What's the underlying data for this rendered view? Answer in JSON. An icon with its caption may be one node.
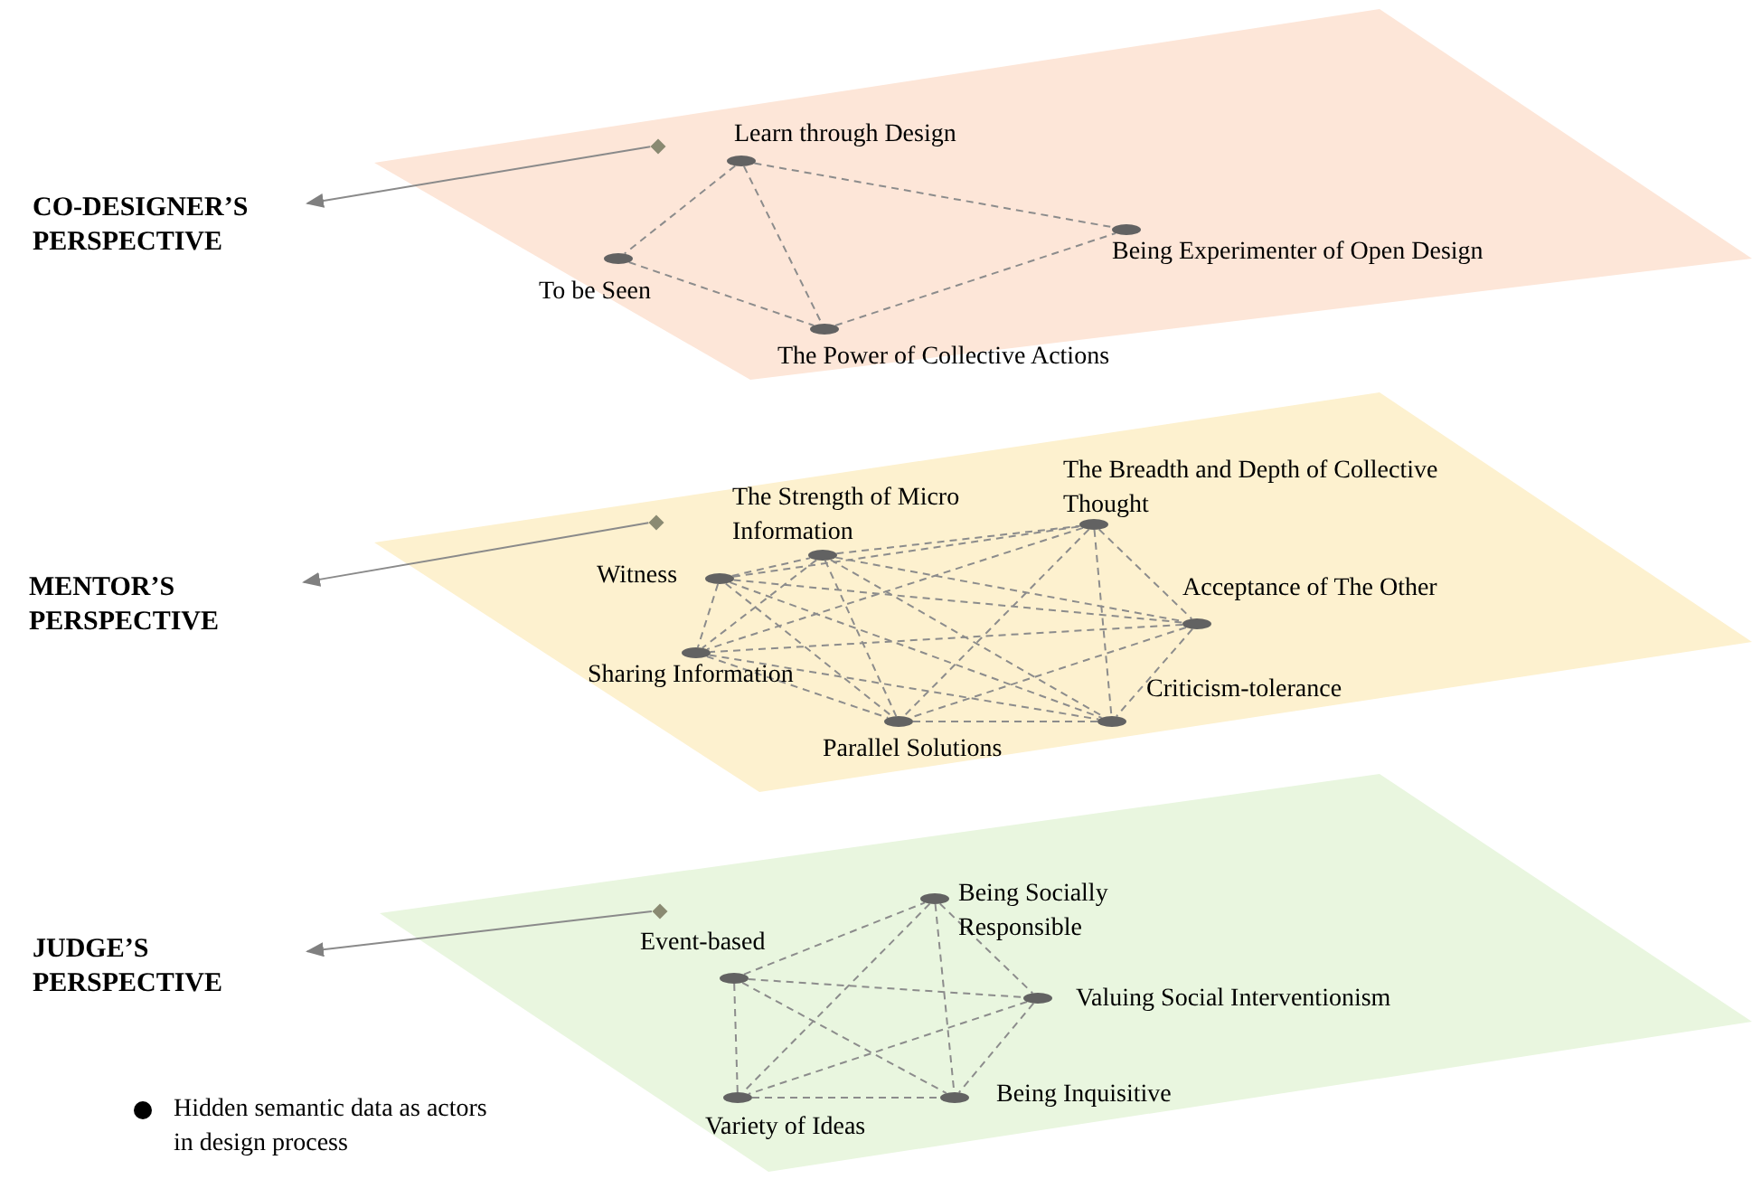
{
  "diagram": {
    "nodes": [
      {
        "text": [
          "CO-DESIGNER’S PERSPECTIVE"
        ]
      },
      {
        "text": [],
        "shape": "parallelogram"
      },
      {
        "text": [],
        "shape": "diamond",
        "in": 1
      },
      {
        "text": [],
        "shape": "ellipse",
        "in": 1,
        "beside": [
          "Learn through Design"
        ]
      },
      {
        "text": [],
        "shape": "ellipse",
        "in": 1,
        "beside": [
          "To be Seen"
        ]
      },
      {
        "text": [],
        "shape": "ellipse",
        "in": 1,
        "beside": [
          "Being Experimenter of Open Design"
        ]
      },
      {
        "text": [],
        "shape": "ellipse",
        "in": 1,
        "beside": [
          "The Power of Collective Actions"
        ]
      },
      {
        "text": [
          "MENTOR’S PERSPECTIVE"
        ]
      },
      {
        "text": [],
        "shape": "parallelogram"
      },
      {
        "text": [],
        "shape": "diamond",
        "in": 8
      },
      {
        "text": [],
        "shape": "ellipse",
        "in": 8,
        "beside": [
          "Witness"
        ]
      },
      {
        "text": [],
        "shape": "ellipse",
        "in": 8,
        "beside": [
          "The Strength of Micro Information"
        ]
      },
      {
        "text": [],
        "shape": "ellipse",
        "in": 8,
        "beside": [
          "The Breadth and Depth of Collective Thought"
        ]
      },
      {
        "text": [],
        "shape": "ellipse",
        "in": 8,
        "beside": [
          "Acceptance of The Other"
        ]
      },
      {
        "text": [],
        "shape": "ellipse",
        "in": 8,
        "beside": [
          "Sharing Information"
        ]
      },
      {
        "text": [],
        "shape": "ellipse",
        "in": 8,
        "beside": [
          "Criticism-tolerance"
        ]
      },
      {
        "text": [],
        "shape": "ellipse",
        "in": 8,
        "beside": [
          "Parallel Solutions"
        ]
      },
      {
        "text": [
          "JUDGE’S PERSPECTIVE"
        ]
      },
      {
        "text": [],
        "shape": "parallelogram"
      },
      {
        "text": [],
        "shape": "diamond",
        "in": 18
      },
      {
        "text": [],
        "shape": "ellipse",
        "in": 18,
        "beside": [
          "Event-based"
        ]
      },
      {
        "text": [],
        "shape": "ellipse",
        "in": 18,
        "beside": [
          "Being Socially Responsible"
        ]
      },
      {
        "text": [],
        "shape": "ellipse",
        "in": 18,
        "beside": [
          "Valuing Social Interventionism"
        ]
      },
      {
        "text": [],
        "shape": "ellipse",
        "in": 18,
        "beside": [
          "Variety of Ideas"
        ]
      },
      {
        "text": [],
        "shape": "ellipse",
        "in": 18,
        "beside": [
          "Being Inquisitive"
        ]
      }
    ],
    "edges": [
      {
        "from": 2,
        "to": 0,
        "arrow": "to"
      },
      {
        "from": 3,
        "to": 4,
        "arrow": "none",
        "style": "dashed"
      },
      {
        "from": 3,
        "to": 5,
        "arrow": "none",
        "style": "dashed"
      },
      {
        "from": 3,
        "to": 6,
        "arrow": "none",
        "style": "dashed"
      },
      {
        "from": 4,
        "to": 6,
        "arrow": "none",
        "style": "dashed"
      },
      {
        "from": 6,
        "to": 5,
        "arrow": "none",
        "style": "dashed"
      },
      {
        "from": 9,
        "to": 7,
        "arrow": "to"
      },
      {
        "from": 10,
        "to": 11,
        "arrow": "none",
        "style": "dashed"
      },
      {
        "from": 10,
        "to": 12,
        "arrow": "none",
        "style": "dashed"
      },
      {
        "from": 10,
        "to": 13,
        "arrow": "none",
        "style": "dashed"
      },
      {
        "from": 10,
        "to": 14,
        "arrow": "none",
        "style": "dashed"
      },
      {
        "from": 10,
        "to": 15,
        "arrow": "none",
        "style": "dashed"
      },
      {
        "from": 10,
        "to": 16,
        "arrow": "none",
        "style": "dashed"
      },
      {
        "from": 11,
        "to": 12,
        "arrow": "none",
        "style": "dashed"
      },
      {
        "from": 11,
        "to": 13,
        "arrow": "none",
        "style": "dashed"
      },
      {
        "from": 11,
        "to": 14,
        "arrow": "none",
        "style": "dashed"
      },
      {
        "from": 11,
        "to": 15,
        "arrow": "none",
        "style": "dashed"
      },
      {
        "from": 11,
        "to": 16,
        "arrow": "none",
        "style": "dashed"
      },
      {
        "from": 12,
        "to": 13,
        "arrow": "none",
        "style": "dashed"
      },
      {
        "from": 12,
        "to": 14,
        "arrow": "none",
        "style": "dashed"
      },
      {
        "from": 12,
        "to": 15,
        "arrow": "none",
        "style": "dashed"
      },
      {
        "from": 12,
        "to": 16,
        "arrow": "none",
        "style": "dashed"
      },
      {
        "from": 13,
        "to": 14,
        "arrow": "none",
        "style": "dashed"
      },
      {
        "from": 13,
        "to": 15,
        "arrow": "none",
        "style": "dashed"
      },
      {
        "from": 13,
        "to": 16,
        "arrow": "none",
        "style": "dashed"
      },
      {
        "from": 14,
        "to": 15,
        "arrow": "none",
        "style": "dashed"
      },
      {
        "from": 14,
        "to": 16,
        "arrow": "none",
        "style": "dashed"
      },
      {
        "from": 16,
        "to": 15,
        "arrow": "none",
        "style": "dashed"
      },
      {
        "from": 19,
        "to": 17,
        "arrow": "to"
      },
      {
        "from": 20,
        "to": 21,
        "arrow": "none",
        "style": "dashed"
      },
      {
        "from": 20,
        "to": 22,
        "arrow": "none",
        "style": "dashed"
      },
      {
        "from": 20,
        "to": 23,
        "arrow": "none",
        "style": "dashed"
      },
      {
        "from": 20,
        "to": 24,
        "arrow": "none",
        "style": "dashed"
      },
      {
        "from": 21,
        "to": 22,
        "arrow": "none",
        "style": "dashed"
      },
      {
        "from": 21,
        "to": 23,
        "arrow": "none",
        "style": "dashed"
      },
      {
        "from": 21,
        "to": 24,
        "arrow": "none",
        "style": "dashed"
      },
      {
        "from": 22,
        "to": 23,
        "arrow": "none",
        "style": "dashed"
      },
      {
        "from": 22,
        "to": 24,
        "arrow": "none",
        "style": "dashed"
      },
      {
        "from": 23,
        "to": 24,
        "arrow": "none",
        "style": "dashed"
      }
    ],
    "legend": [
      {
        "text": "Hidden semantic data as actors in design process"
      }
    ]
  }
}
